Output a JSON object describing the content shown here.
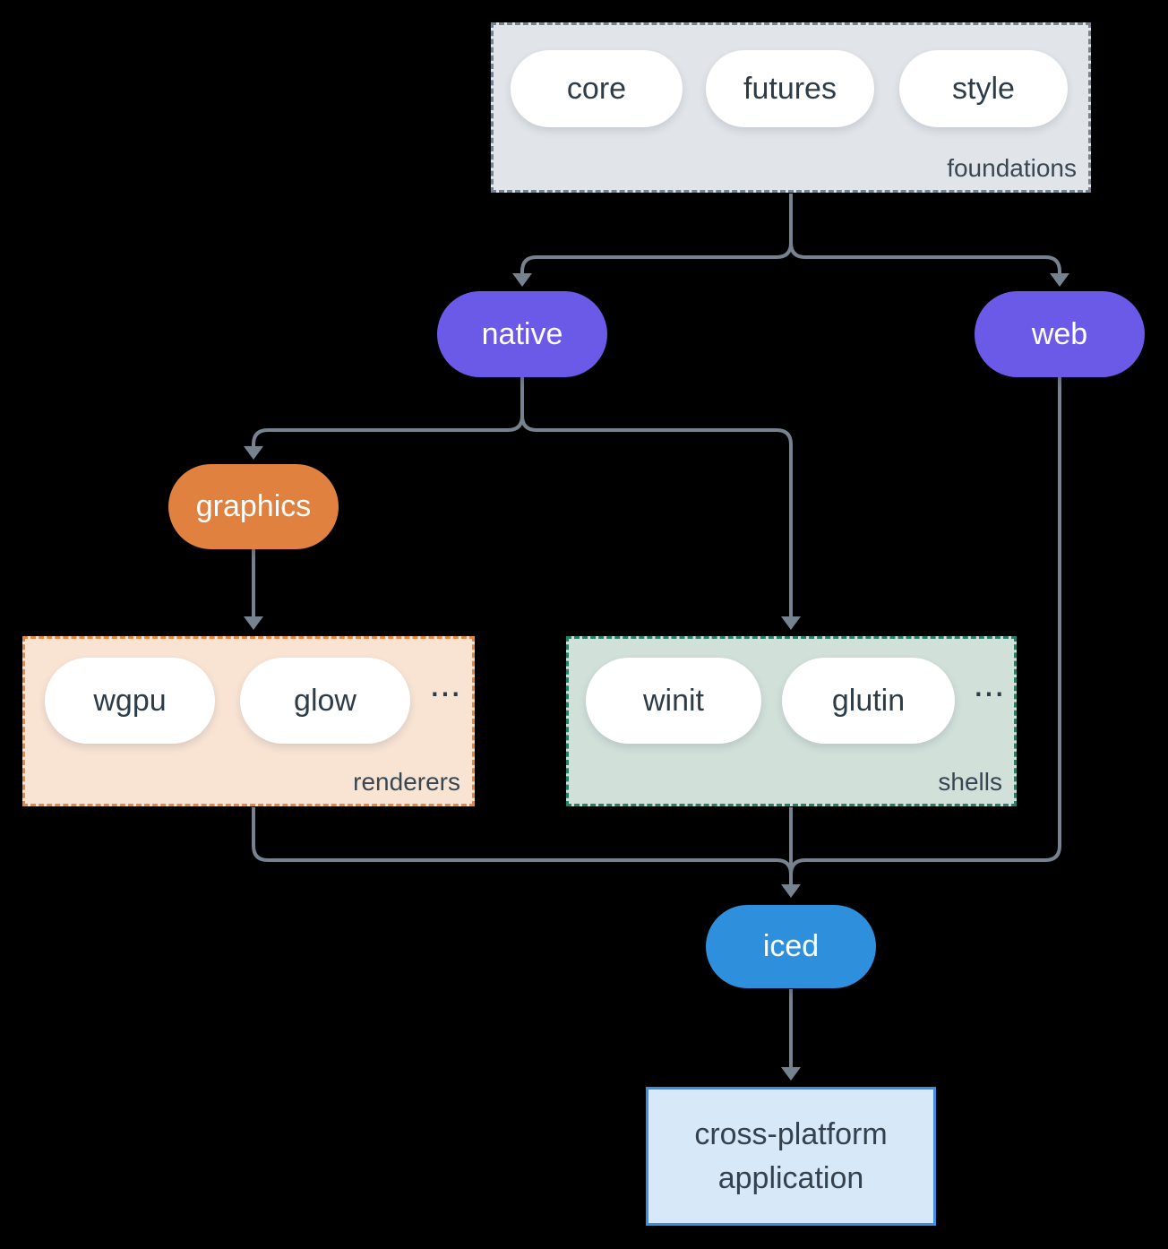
{
  "colors": {
    "background": "#000000",
    "connector": "#75828f",
    "node_purple": "#6b5ae8",
    "node_orange": "#e0813f",
    "node_blue": "#2e90dc",
    "foundations_fill": "#e1e5e9",
    "foundations_border": "#76828f",
    "renderers_fill": "#f9e4d4",
    "renderers_border": "#e8873f",
    "shells_fill": "#d2e0da",
    "shells_border": "#2a7f6a",
    "app_fill": "#d7e8f8",
    "app_border": "#3e8ee0",
    "pill_fill": "#ffffff",
    "pill_text": "#2e3c48"
  },
  "foundations": {
    "label": "foundations",
    "pills": [
      "core",
      "futures",
      "style"
    ]
  },
  "native": {
    "label": "native"
  },
  "web": {
    "label": "web"
  },
  "graphics": {
    "label": "graphics"
  },
  "renderers": {
    "label": "renderers",
    "pills": [
      "wgpu",
      "glow"
    ],
    "ellipsis": "..."
  },
  "shells": {
    "label": "shells",
    "pills": [
      "winit",
      "glutin"
    ],
    "ellipsis": "..."
  },
  "iced": {
    "label": "iced"
  },
  "application": {
    "line1": "cross-platform",
    "line2": "application"
  }
}
